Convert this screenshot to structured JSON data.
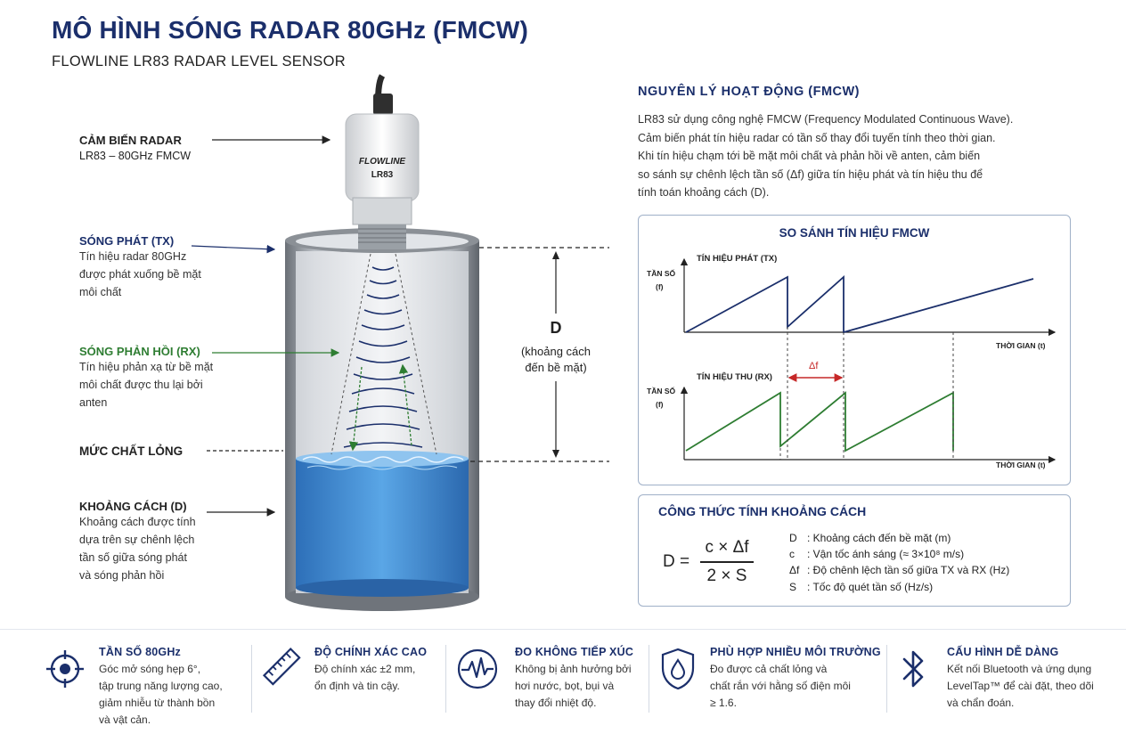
{
  "header": {
    "title": "MÔ HÌNH SÓNG RADAR 80GHz (FMCW)",
    "subtitle": "FLOWLINE LR83 RADAR LEVEL SENSOR"
  },
  "left_labels": {
    "sensor": {
      "heading": "CẢM BIẾN RADAR",
      "text": "LR83 – 80GHz FMCW"
    },
    "tx": {
      "heading": "SÓNG PHÁT (TX)",
      "lines": [
        "Tín hiệu radar 80GHz",
        "được phát xuống bề mặt",
        "môi chất"
      ]
    },
    "rx": {
      "heading": "SÓNG PHẢN HỒI (RX)",
      "lines": [
        "Tín hiệu phản xạ từ bề mặt",
        "môi chất được thu lại bởi",
        "anten"
      ]
    },
    "level": {
      "heading": "MỨC CHẤT LỎNG"
    },
    "distance": {
      "heading": "KHOẢNG CÁCH (D)",
      "lines": [
        "Khoảng cách được tính",
        "dựa trên sự chênh lệch",
        "tần số giữa sóng phát",
        "và sóng phản hồi"
      ]
    }
  },
  "sensor_device": {
    "brand": "FLOWLINE",
    "model": "LR83"
  },
  "dimension": {
    "letter": "D",
    "lines": [
      "(khoảng cách",
      "đến bề mặt)"
    ]
  },
  "principle": {
    "title": "NGUYÊN LÝ HOẠT ĐỘNG (FMCW)",
    "lines": [
      "LR83 sử dụng công nghệ FMCW (Frequency Modulated Continuous Wave).",
      "Cảm biến phát tín hiệu radar có tần số thay đổi tuyến tính theo thời gian.",
      "Khi tín hiệu chạm tới bề mặt môi chất và phản hồi về anten, cảm biến",
      "so sánh sự chênh lệch tần số (Δf) giữa tín hiệu phát và tín hiệu thu để",
      "tính toán khoảng cách (D)."
    ]
  },
  "comparison": {
    "title": "SO SÁNH TÍN HIỆU FMCW",
    "tx_label": "TÍN HIỆU PHÁT (TX)",
    "rx_label": "TÍN HIỆU THU (RX)",
    "y_label_1": "TẦN SỐ",
    "y_label_2": "(f)",
    "x_label": "THỜI GIAN (t)",
    "delta": "Δf"
  },
  "formula": {
    "title": "CÔNG THỨC TÍNH KHOẢNG CÁCH",
    "lhs": "D =",
    "numerator": "c × Δf",
    "denominator": "2 × S",
    "legend": [
      {
        "sym": "D",
        "desc": ": Khoảng cách đến bề mặt (m)"
      },
      {
        "sym": "c",
        "desc": ": Vận tốc ánh sáng (≈ 3×10⁸ m/s)"
      },
      {
        "sym": "Δf",
        "desc": ": Độ chênh lệch tần số giữa TX và RX (Hz)"
      },
      {
        "sym": "S",
        "desc": ": Tốc độ quét tần số (Hz/s)"
      }
    ]
  },
  "features": [
    {
      "icon": "crosshair-icon",
      "title": "TẦN SỐ 80GHz",
      "lines": [
        "Góc mở sóng hẹp 6°,",
        "tập trung năng lượng cao,",
        "giảm nhiễu từ thành bồn",
        "và vật cản."
      ]
    },
    {
      "icon": "ruler-icon",
      "title": "ĐỘ CHÍNH XÁC CAO",
      "lines": [
        "Độ chính xác ±2 mm,",
        "ổn định và tin cậy."
      ]
    },
    {
      "icon": "waveform-icon",
      "title": "ĐO KHÔNG TIẾP XÚC",
      "lines": [
        "Không bị ảnh hưởng bởi",
        "hơi nước, bọt, bụi và",
        "thay đổi nhiệt độ."
      ]
    },
    {
      "icon": "shield-drop-icon",
      "title": "PHÙ HỢP NHIỀU MÔI TRƯỜNG",
      "lines": [
        "Đo được cả chất lỏng và",
        "chất rắn với hằng số điện môi",
        "≥ 1.6."
      ]
    },
    {
      "icon": "bluetooth-icon",
      "title": "CẤU HÌNH DỄ DÀNG",
      "lines": [
        "Kết nối Bluetooth và ứng dụng",
        "LevelTap™ để cài đặt, theo dõi",
        "và chẩn đoán."
      ]
    }
  ],
  "colors": {
    "navy": "#1b2f6b",
    "green": "#2e7d32",
    "red": "#c62828",
    "water": "#3f8fd6"
  }
}
